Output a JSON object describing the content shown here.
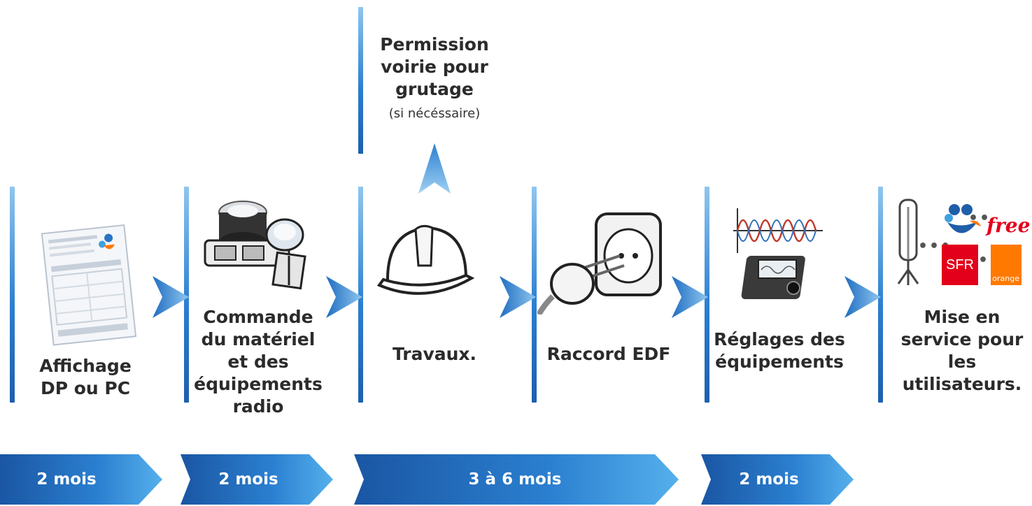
{
  "note": {
    "title": "Permission voirie pour grutage",
    "subtitle": "(si nécéssaire)"
  },
  "steps": [
    {
      "label": "Affichage DP ou PC",
      "icon": "permit-notice-icon"
    },
    {
      "label": "Commande du matériel et des équipements radio",
      "icon": "radio-equipment-icon"
    },
    {
      "label": "Travaux.",
      "icon": "hard-hat-icon"
    },
    {
      "label": "Raccord EDF",
      "icon": "power-plug-icon"
    },
    {
      "label": "Réglages des équipements",
      "icon": "signal-meter-icon"
    },
    {
      "label": "Mise en service pour les utilisateurs.",
      "icon": "operators-icon"
    }
  ],
  "durations": [
    "2 mois",
    "2 mois",
    "3 à 6 mois",
    "2 mois"
  ],
  "brands": {
    "free": "free",
    "sfr": "SFR",
    "orange": "orange"
  },
  "colors": {
    "accent": "#2b7fd0",
    "accent_light": "#8fc6ef",
    "free": "#e2001a",
    "sfr": "#e2001a",
    "orange": "#ff7900"
  }
}
